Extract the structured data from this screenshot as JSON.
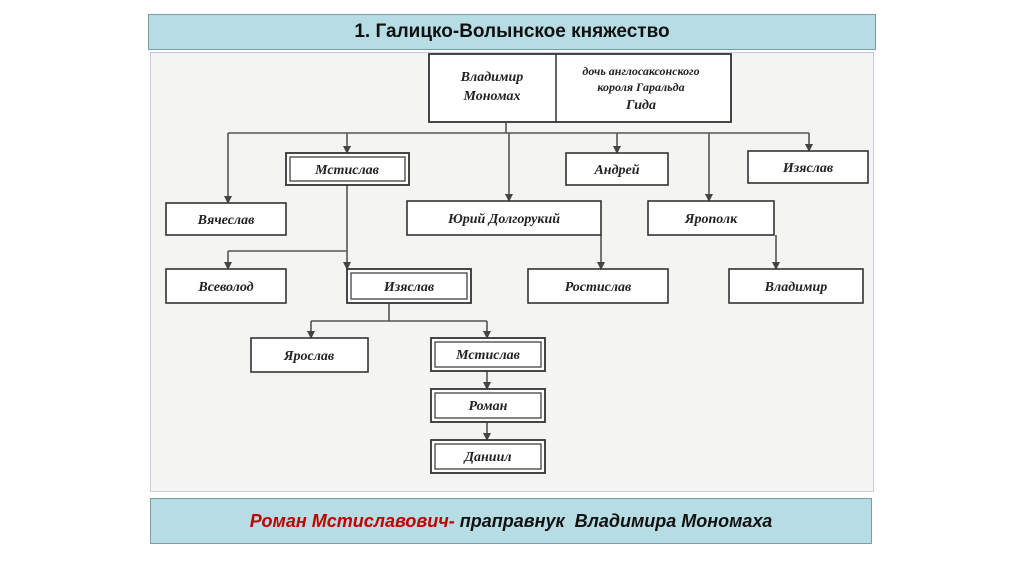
{
  "title": "1. Галицко-Волынское княжество",
  "root": {
    "name_line1": "Владимир",
    "name_line2": "Мономах",
    "wife_line1": "дочь англосаксонского",
    "wife_line2": "короля Гаральда",
    "wife_line3": "Гида"
  },
  "nodes": {
    "mstislav1": "Мстислав",
    "andrey": "Андрей",
    "izyaslav1": "Изяслав",
    "vyacheslav": "Вячеслав",
    "yuri": "Юрий Долгорукий",
    "yaropolk": "Ярополк",
    "vsevolod": "Всеволод",
    "izyaslav2": "Изяслав",
    "rostislav": "Ростислав",
    "vladimir": "Владимир",
    "yaroslav": "Ярослав",
    "mstislav2": "Мстислав",
    "roman": "Роман",
    "daniil": "Даниил"
  },
  "caption": {
    "red": "Роман Мстиславович-",
    "black": " праправнук  Владимира Мономаха"
  },
  "colors": {
    "header_bg": "#b7dde4",
    "caption_red": "#c00000"
  }
}
